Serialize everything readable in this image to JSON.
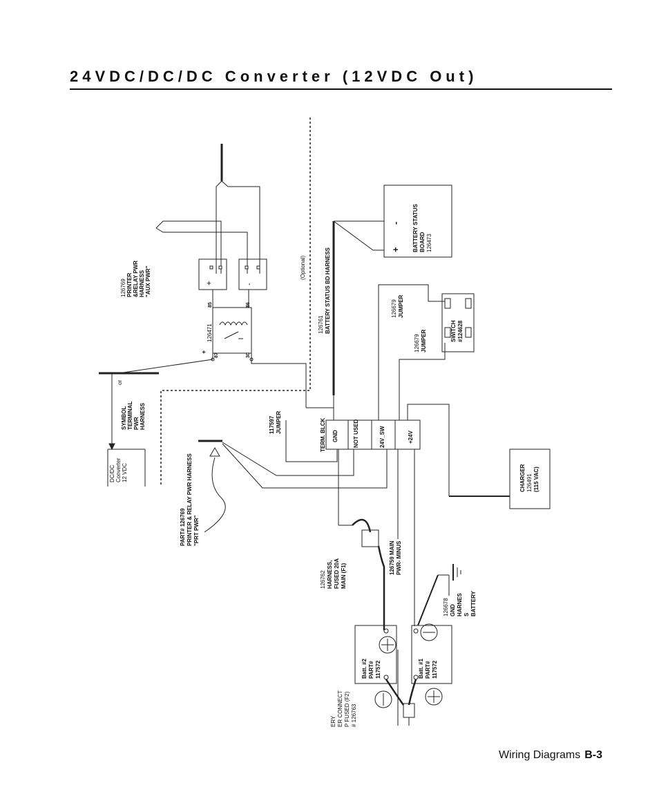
{
  "title": "24VDC/DC/DC Converter (12VDC Out)",
  "footer": {
    "section": "Wiring Diagrams",
    "page": "B-3"
  },
  "labels": {
    "aux_harness": [
      "126769",
      "PRINTER",
      "&RELAY PWR",
      "HARNESS",
      "\"AUX PWR\""
    ],
    "relay": "126471",
    "relay_pins": [
      "85",
      "86",
      "87",
      "30"
    ],
    "plus": "+",
    "minus": "-",
    "optional": "(Optional)",
    "bat_status_harness": [
      "126761",
      "BATTERY STATUS BD HARNESS"
    ],
    "bat_status_board": [
      "BATTERY STATUS",
      "BOARD",
      "126473"
    ],
    "jumper_top": [
      "126679",
      "JUMPER"
    ],
    "jumper_mid": [
      "126679",
      "JUMPER"
    ],
    "switch": [
      "SWITCH",
      "#124628"
    ],
    "or": "or",
    "symbol_harness": [
      "SYMBOL",
      "TERMINAL",
      "PWR",
      "HARNESS"
    ],
    "dcdc": [
      "DC/DC",
      "Converter",
      "12 VDC"
    ],
    "jumper_117597": [
      "117597",
      "JUMPER"
    ],
    "term_block": "TERM. BLCK",
    "terminals": [
      "GND",
      "NOT USED",
      "24V_SW",
      "+24V"
    ],
    "prt_harness": [
      "PART# 126769",
      "PRINTER & RELAY PWR HARNESS",
      "\"PRT PWR\""
    ],
    "charger": [
      "CHARGER",
      "126491",
      "(115 VAC)"
    ],
    "fused_harness": [
      "126762",
      "HARNESS,",
      "FUSED 20A",
      "MAIN (F1)"
    ],
    "main_minus": [
      "126759 MAIN",
      "PWR- MINUS"
    ],
    "gnd_harness": [
      "126678",
      "GND",
      "HARNES",
      "S",
      "BATTERY"
    ],
    "batt2": [
      "Batt. #2",
      "PART#",
      "117572"
    ],
    "batt1": [
      "Batt. #1",
      "PART#",
      "117572"
    ],
    "connect_harness": [
      "ERY",
      "ER CONNECT",
      "P FUSED (F2)",
      "# 126763"
    ]
  }
}
